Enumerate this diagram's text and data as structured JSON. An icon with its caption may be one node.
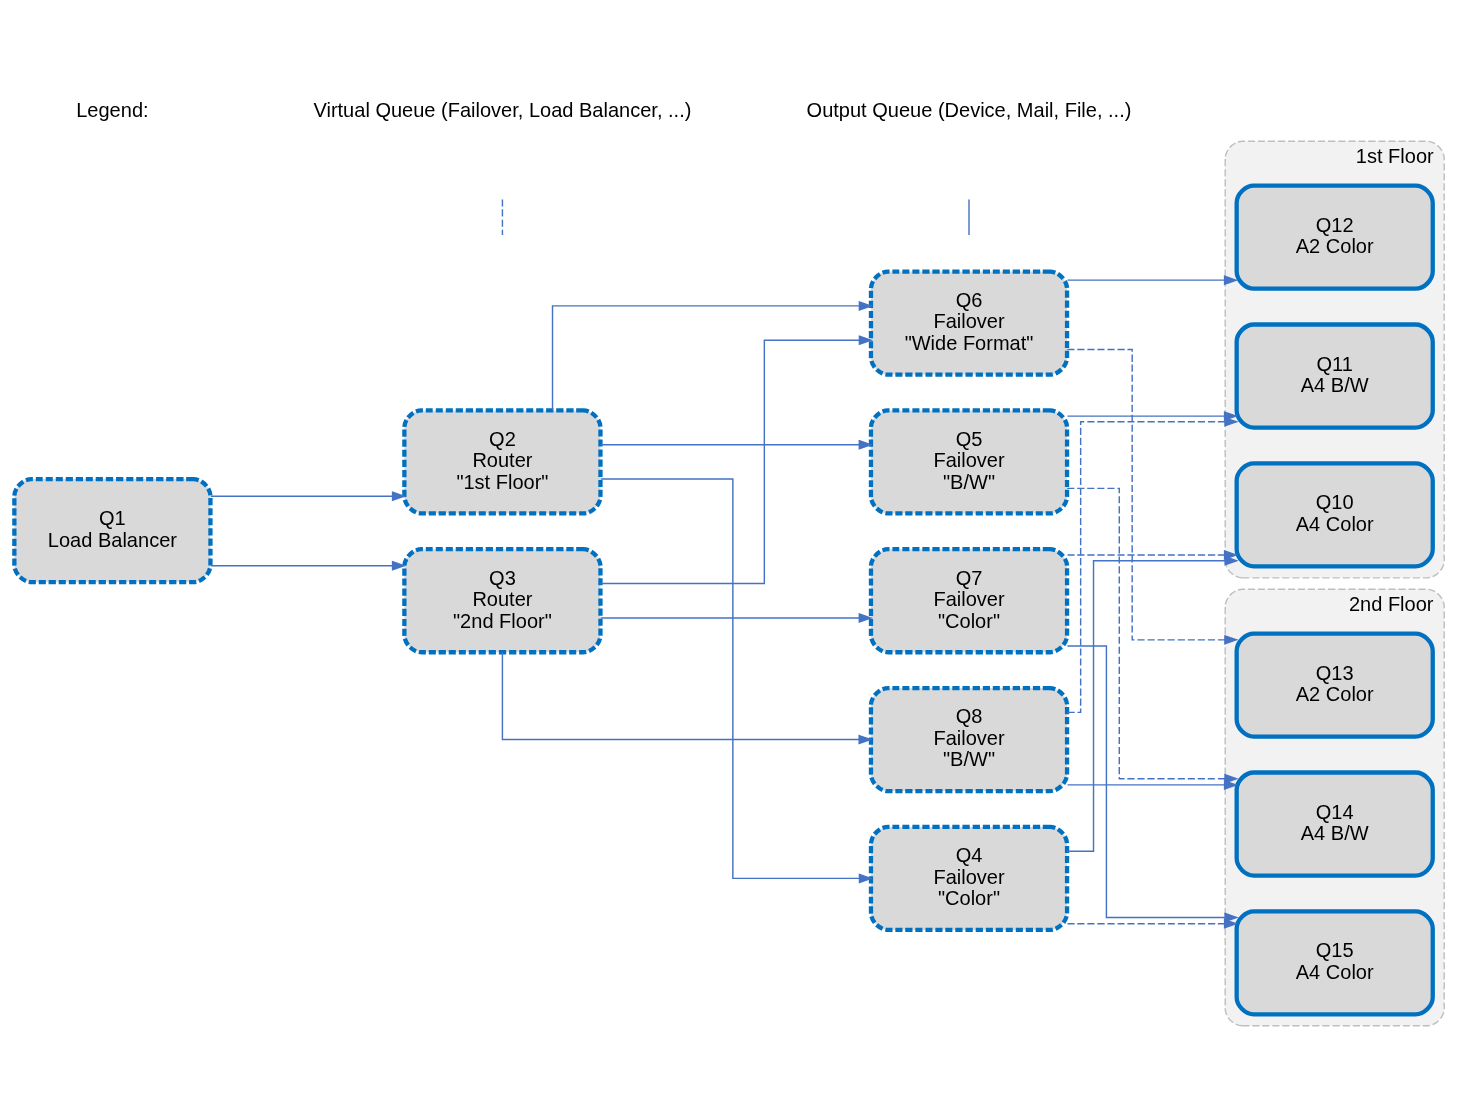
{
  "diagram": {
    "nodes": [
      {
        "text": [
          "Q1",
          "Load Balancer"
        ]
      },
      {
        "text": [
          "Q2",
          "Router",
          "\"1st Floor\""
        ]
      },
      {
        "text": [
          "Q3",
          "Router",
          "\"2nd Floor\""
        ]
      },
      {
        "text": [
          "Q4",
          "Failover",
          "\"Color\""
        ]
      },
      {
        "text": [
          "Q5",
          "Failover",
          "\"B/W\""
        ]
      },
      {
        "text": [
          "Q6",
          "Failover",
          "\"Wide Format\""
        ]
      },
      {
        "text": [
          "Q7",
          "Failover",
          "\"Color\""
        ]
      },
      {
        "text": [
          "Q8",
          "Failover",
          "\"B/W\""
        ]
      },
      {
        "text": [
          "1st Floor"
        ]
      },
      {
        "text": [
          "Q10",
          "A4 Color"
        ],
        "in": 8
      },
      {
        "text": [
          "Q11",
          "A4 B/W"
        ],
        "in": 8
      },
      {
        "text": [
          "Q12",
          "A2 Color"
        ],
        "in": 8
      },
      {
        "text": [
          "2nd Floor"
        ]
      },
      {
        "text": [
          "Q13",
          "A2 Color"
        ],
        "in": 12
      },
      {
        "text": [
          "Q14",
          "A4 B/W"
        ],
        "in": 12
      },
      {
        "text": [
          "Q15",
          "A4 Color"
        ],
        "in": 12
      }
    ],
    "edges": [
      {
        "from": 0,
        "to": 1,
        "arrow": "to"
      },
      {
        "from": 0,
        "to": 2,
        "arrow": "to"
      },
      {
        "from": 1,
        "to": 3,
        "arrow": "to"
      },
      {
        "from": 1,
        "to": 4,
        "arrow": "to"
      },
      {
        "from": 1,
        "to": 5,
        "arrow": "to"
      },
      {
        "from": 2,
        "to": 5,
        "arrow": "to"
      },
      {
        "from": 2,
        "to": 6,
        "arrow": "to"
      },
      {
        "from": 2,
        "to": 7,
        "arrow": "to"
      },
      {
        "from": 3,
        "to": 9,
        "arrow": "to"
      },
      {
        "from": 3,
        "to": 15,
        "arrow": "to",
        "style": "dashed"
      },
      {
        "from": 4,
        "to": 10,
        "arrow": "to"
      },
      {
        "from": 4,
        "to": 14,
        "arrow": "to",
        "style": "dashed"
      },
      {
        "from": 5,
        "to": 11,
        "arrow": "to"
      },
      {
        "from": 5,
        "to": 13,
        "arrow": "to",
        "style": "dashed"
      },
      {
        "from": 6,
        "to": 9,
        "arrow": "to",
        "style": "dashed"
      },
      {
        "from": 6,
        "to": 15,
        "arrow": "to"
      },
      {
        "from": 7,
        "to": 10,
        "arrow": "to",
        "style": "dashed"
      },
      {
        "from": 7,
        "to": 14,
        "arrow": "to"
      }
    ],
    "labels": [
      "Legend:"
    ],
    "legend": [
      {
        "text": "Virtual Queue (Failover, Load Balancer, ...)"
      },
      {
        "text": "Output Queue (Device, Mail, File, ...)"
      }
    ]
  }
}
